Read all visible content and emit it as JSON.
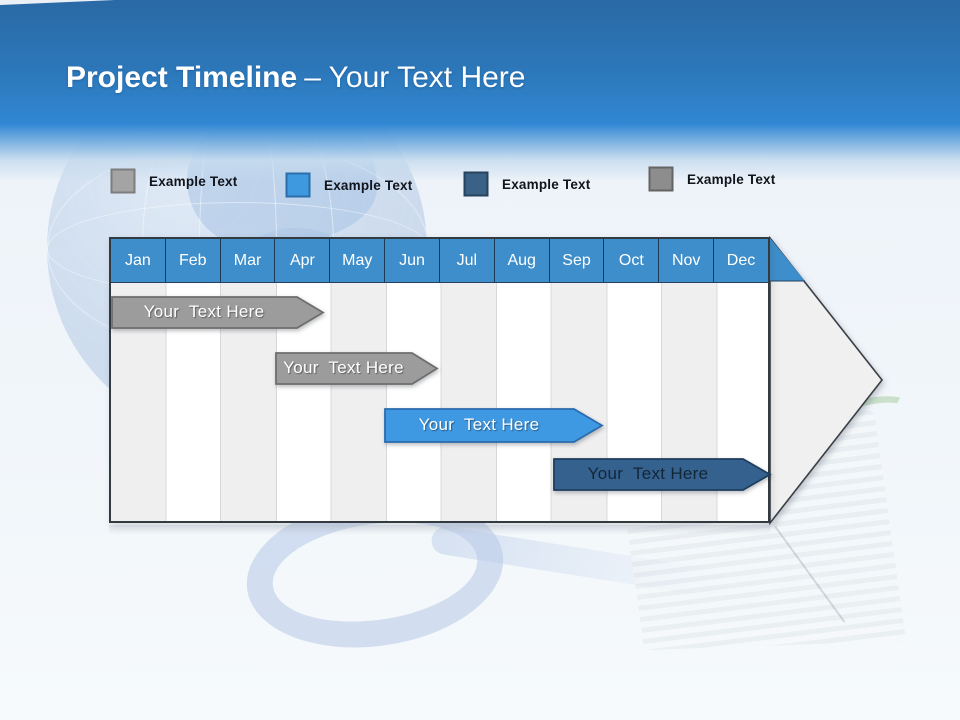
{
  "slide_title": {
    "bold": "Project Timeline",
    "light": "– Your Text Here"
  },
  "legend": {
    "items": [
      {
        "label": "Example Text",
        "color": "#a4a4a4"
      },
      {
        "label": "Example Text",
        "color": "#3e99de"
      },
      {
        "label": "Example Text",
        "color": "#3a6186"
      },
      {
        "label": "Example Text",
        "color": "#8d8d8d"
      }
    ]
  },
  "timeline": {
    "months": [
      "Jan",
      "Feb",
      "Mar",
      "Apr",
      "May",
      "Jun",
      "Jul",
      "Aug",
      "Sep",
      "Oct",
      "Nov",
      "Dec"
    ],
    "bars": [
      {
        "label": "Your  Text Here",
        "color": "#9c9c9c",
        "text_color": "#ffffff"
      },
      {
        "label": "Your  Text Here",
        "color": "#9c9c9c",
        "text_color": "#ffffff"
      },
      {
        "label": "Your  Text Here",
        "color": "#3f98e2",
        "text_color": "#ffffff"
      },
      {
        "label": "Your  Text Here",
        "color": "#35618e",
        "text_color": "#132638"
      }
    ]
  },
  "chart_data": {
    "type": "bar",
    "subtype": "gantt-timeline",
    "title": "Project Timeline – Your Text Here",
    "categories": [
      "Jan",
      "Feb",
      "Mar",
      "Apr",
      "May",
      "Jun",
      "Jul",
      "Aug",
      "Sep",
      "Oct",
      "Nov",
      "Dec"
    ],
    "series": [
      {
        "name": "Your Text Here",
        "row": 1,
        "start_month": "Jan",
        "end_month": "Apr",
        "color": "#9c9c9c"
      },
      {
        "name": "Your Text Here",
        "row": 2,
        "start_month": "Apr",
        "end_month": "Jun",
        "color": "#9c9c9c"
      },
      {
        "name": "Your Text Here",
        "row": 3,
        "start_month": "Jun",
        "end_month": "Sep",
        "color": "#3f98e2"
      },
      {
        "name": "Your Text Here",
        "row": 4,
        "start_month": "Sep",
        "end_month": "Dec",
        "color": "#35618e"
      }
    ],
    "legend_entries": [
      "Example Text",
      "Example Text",
      "Example Text",
      "Example Text"
    ],
    "legend_position": "top",
    "grid": "vertical-month-columns",
    "x_axis": "months Jan–Dec rendered as blue header cells on a right-pointing arrow shape"
  },
  "colors": {
    "band_top": "#2a69a5",
    "band_bottom": "#3187d3",
    "month_header_blue": "#3e8ecb",
    "arrow_fill": "#f0f0f0",
    "stripe_gray": "#f0eff0",
    "bar_gray": "#9c9c9c",
    "bar_blue": "#3f98e2",
    "bar_dark_blue": "#35618e"
  }
}
